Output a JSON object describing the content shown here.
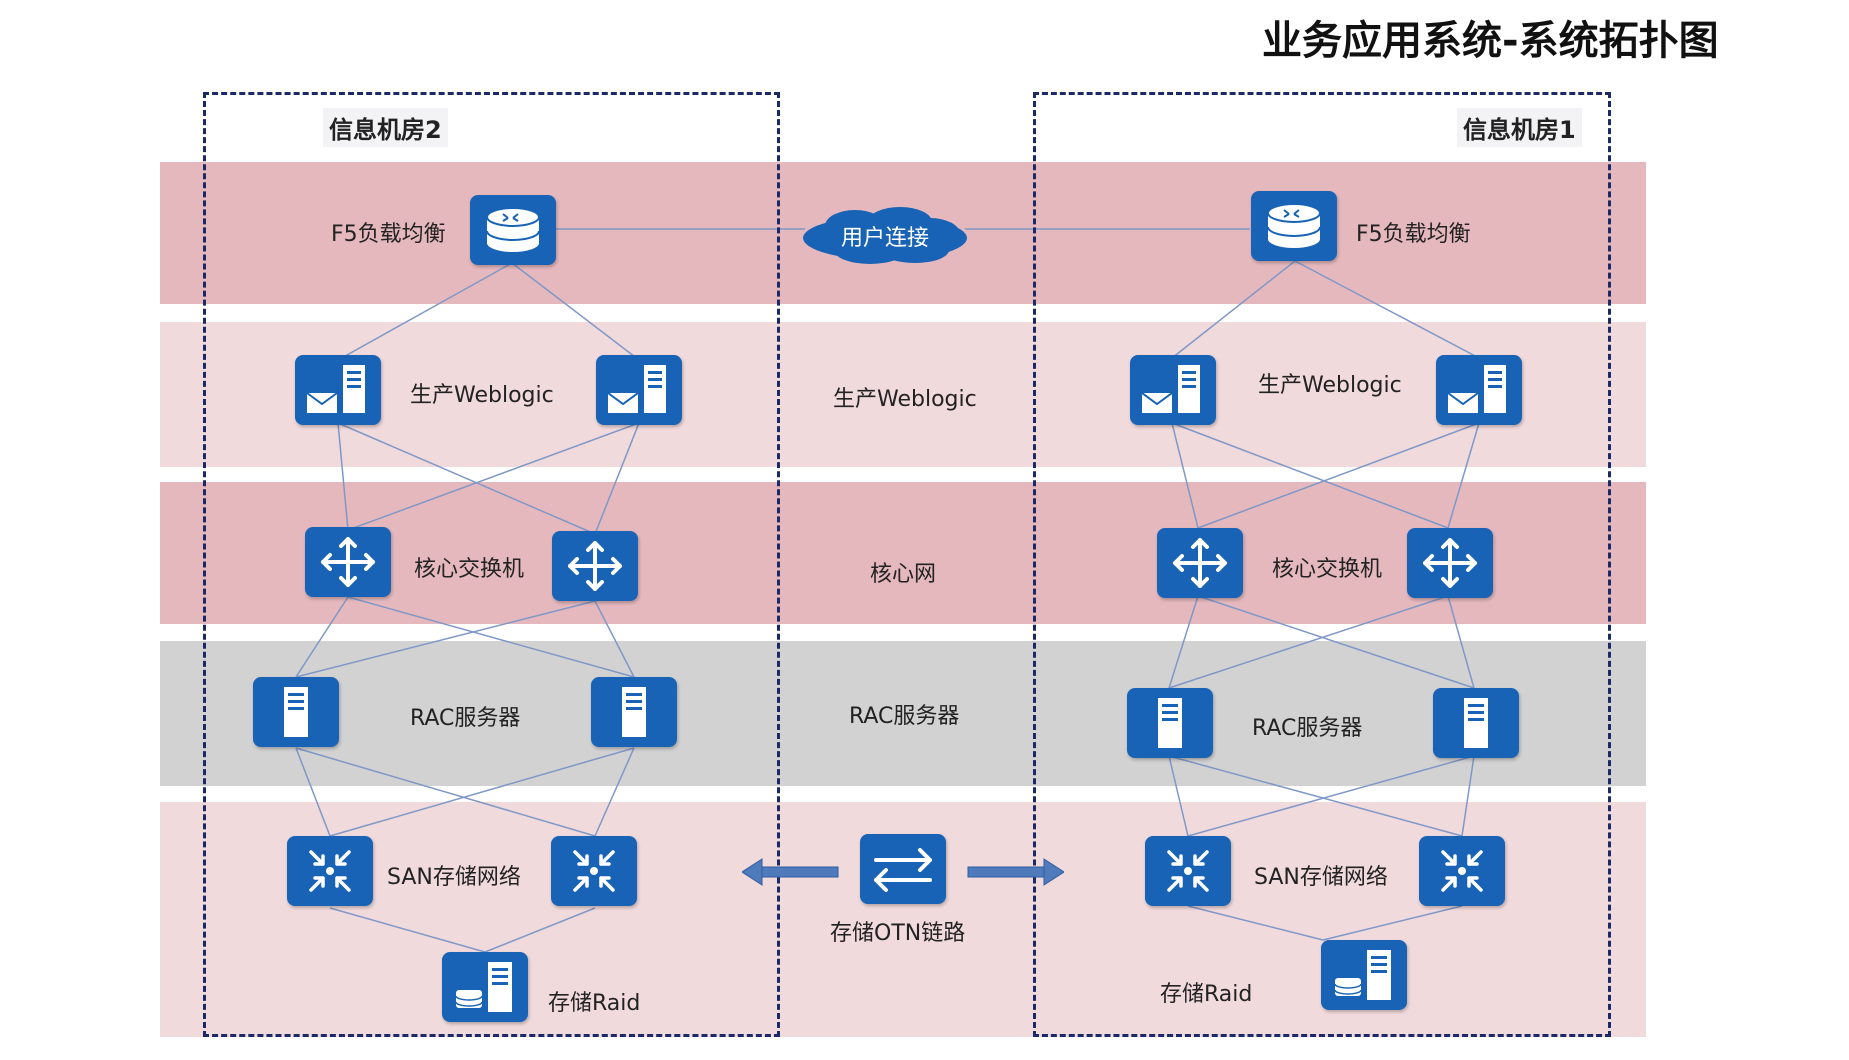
{
  "title": "业务应用系统-系统拓扑图",
  "rooms": {
    "room1": "信息机房1",
    "room2": "信息机房2"
  },
  "center": {
    "user_connection": "用户连接",
    "weblogic": "生产Weblogic",
    "core_network": "核心网",
    "rac": "RAC服务器",
    "otn": "存储OTN链路"
  },
  "room2": {
    "f5": "F5负载均衡",
    "weblogic": "生产Weblogic",
    "core_switch": "核心交换机",
    "rac": "RAC服务器",
    "san": "SAN存储网络",
    "raid": "存储Raid"
  },
  "room1": {
    "f5": "F5负载均衡",
    "weblogic": "生产Weblogic",
    "core_switch": "核心交换机",
    "rac": "RAC服务器",
    "san": "SAN存储网络",
    "raid": "存储Raid"
  },
  "colors": {
    "device": "#1863b5",
    "frame": "#1b2a66",
    "link": "#7f98c7"
  },
  "icons": [
    "load-balancer-icon",
    "web-server-icon",
    "core-switch-icon",
    "rac-server-icon",
    "san-switch-icon",
    "storage-raid-icon",
    "otn-link-icon",
    "cloud-icon"
  ]
}
